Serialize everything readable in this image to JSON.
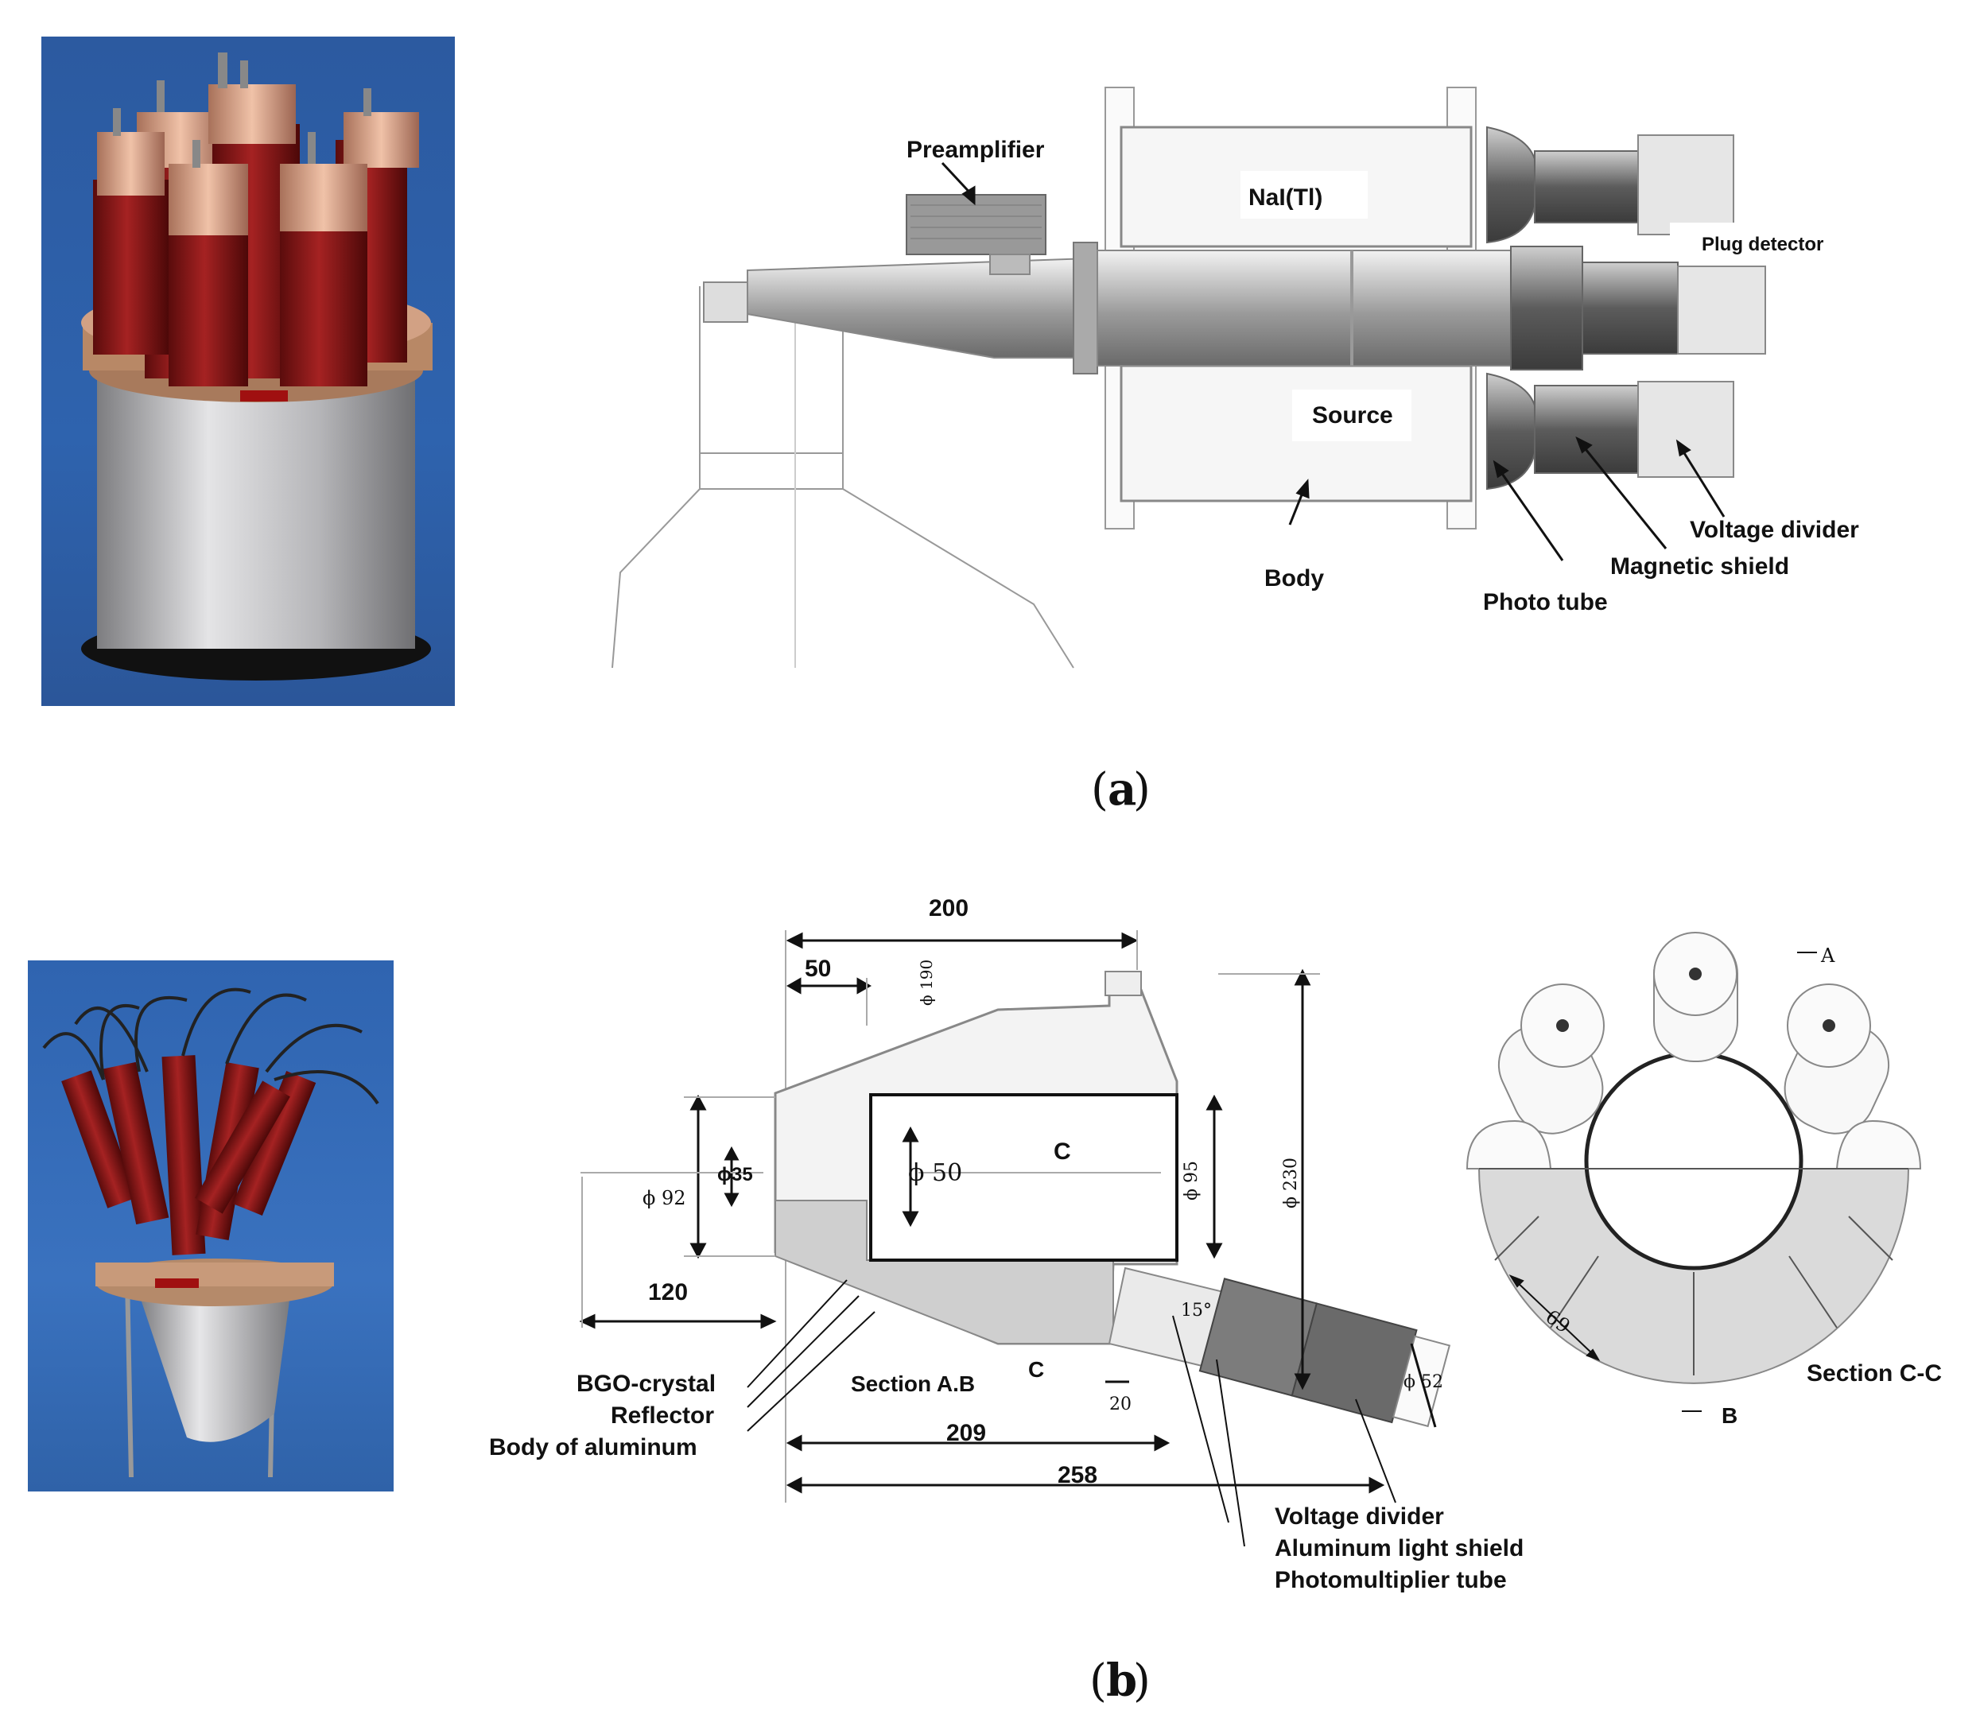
{
  "panel_a": {
    "caption_open": "(",
    "caption_letter": "a",
    "caption_close": ")",
    "labels": {
      "preamplifier": "Preamplifier",
      "nai": "NaI(Tl)",
      "plug_detector": "Plug detector",
      "source": "Source",
      "body": "Body",
      "photo_tube": "Photo tube",
      "magnetic_shield": "Magnetic shield",
      "voltage_divider": "Voltage divider"
    }
  },
  "panel_b": {
    "caption_open": "(",
    "caption_letter": "b",
    "caption_close": ")",
    "dimensions": {
      "d200": "200",
      "d50": "50",
      "phi190": "ϕ 190",
      "phi230": "ϕ 230",
      "phi35": "ϕ35",
      "phi50": "ϕ 50",
      "phi95": "ϕ 95",
      "phi92": "ϕ 92",
      "d120": "120",
      "d20": "20",
      "d209": "209",
      "d258": "258",
      "phi52": "ϕ 52",
      "angle15": "15°",
      "d69": "69"
    },
    "labels": {
      "c_upper": "C",
      "c_lower": "C",
      "section_ab": "Section A.B",
      "bgo": "BGO-crystal",
      "reflector": "Reflector",
      "body_aluminum": "Body of aluminum",
      "voltage_divider": "Voltage divider",
      "aluminum_light_shield": "Aluminum light shield",
      "photomultiplier_tube": "Photomultiplier tube",
      "section_cc": "Section C-C",
      "mark_a": "A",
      "mark_b": "B"
    }
  },
  "colors": {
    "photo_bg_blue": "#2d5fa8",
    "pmt_red": "#8b1a1a",
    "aluminum": "#c8c8c8",
    "drawing_gray": "#888888"
  }
}
